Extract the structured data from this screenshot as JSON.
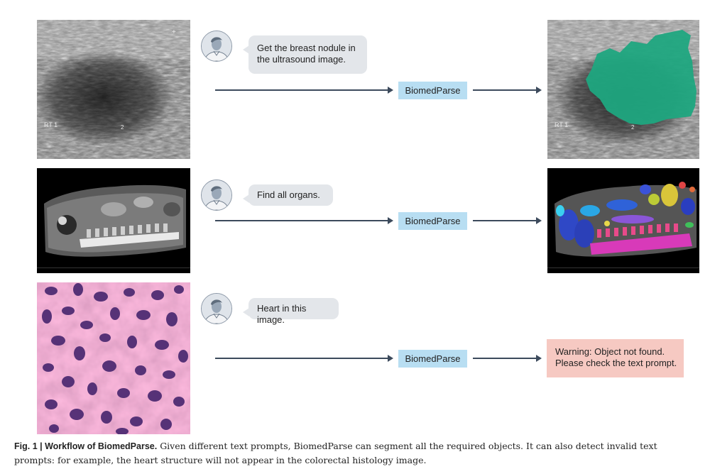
{
  "rows": [
    {
      "prompt": "Get the breast nodule in the ultrasound image.",
      "input_labels": [
        "RT 1",
        "2"
      ],
      "model": "BiomedParse",
      "output_labels": [
        "RT 1",
        "2"
      ]
    },
    {
      "prompt": "Find all organs.",
      "model": "BiomedParse"
    },
    {
      "prompt": "Heart in this image.",
      "model": "BiomedParse",
      "warning": [
        "Warning: Object not found.",
        "Please check the text prompt."
      ]
    }
  ],
  "caption": {
    "label": "Fig. 1 | Workflow of BiomedParse.",
    "text": " Given different text prompts, BiomedParse can segment all the required objects. It can also detect invalid text prompts: for example, the heart structure will not appear in the colorectal histology image."
  },
  "colors": {
    "bubble": "#e3e6ea",
    "model_box": "#b8def2",
    "warning_box": "#f6c9c2",
    "arrow": "#3c4a5c",
    "segmentation_green": "#1fa77f"
  },
  "icons": [
    "user-avatar-icon"
  ]
}
